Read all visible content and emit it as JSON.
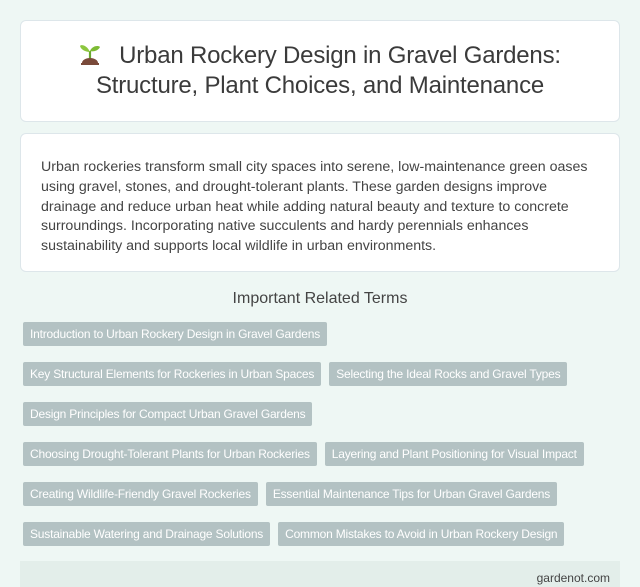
{
  "header": {
    "icon": "sprout-icon",
    "title": "Urban Rockery Design in Gravel Gardens: Structure, Plant Choices, and Maintenance"
  },
  "summary": {
    "text": "Urban rockeries transform small city spaces into serene, low-maintenance green oases using gravel, stones, and drought-tolerant plants. These garden designs improve drainage and reduce urban heat while adding natural beauty and texture to concrete surroundings. Incorporating native succulents and hardy perennials enhances sustainability and supports local wildlife in urban environments."
  },
  "related": {
    "title": "Important Related Terms",
    "tags": [
      "Introduction to Urban Rockery Design in Gravel Gardens",
      "Key Structural Elements for Rockeries in Urban Spaces",
      "Selecting the Ideal Rocks and Gravel Types",
      "Design Principles for Compact Urban Gravel Gardens",
      "Choosing Drought-Tolerant Plants for Urban Rockeries",
      "Layering and Plant Positioning for Visual Impact",
      "Creating Wildlife-Friendly Gravel Rockeries",
      "Essential Maintenance Tips for Urban Gravel Gardens",
      "Sustainable Watering and Drainage Solutions",
      "Common Mistakes to Avoid in Urban Rockery Design"
    ]
  },
  "footer": {
    "site": "gardenot.com"
  },
  "colors": {
    "background": "#eef7f4",
    "card": "#ffffff",
    "tag": "#b3c2c3",
    "footer": "#e3eeea"
  }
}
